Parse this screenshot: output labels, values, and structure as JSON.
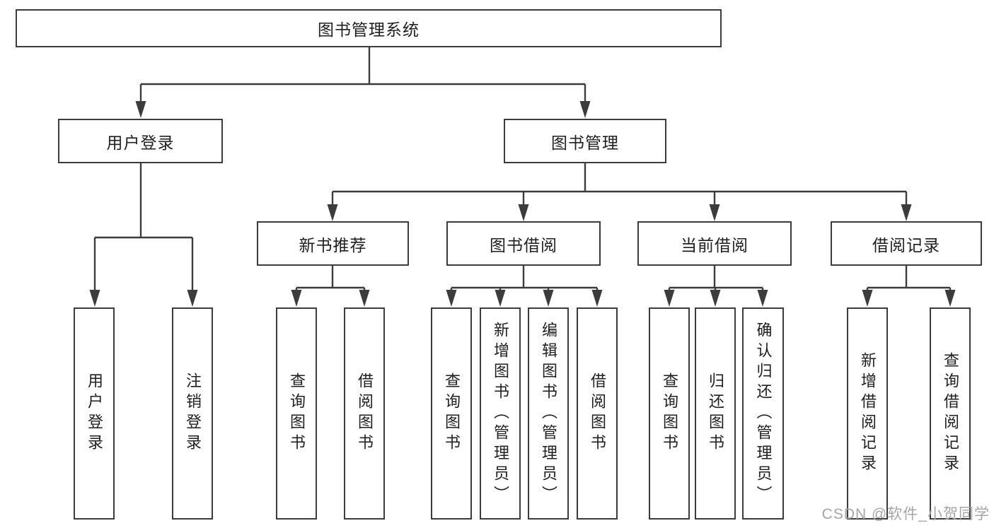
{
  "colors": {
    "line": "#3c3c3c",
    "box-border": "#3c3c3c",
    "text": "#1f1f1f",
    "watermark": "#a6a6a6",
    "background": "#ffffff"
  },
  "watermark": "CSDN @软件_小贺同学",
  "tree": {
    "label": "图书管理系统",
    "children": [
      {
        "label": "用户登录",
        "children": [
          {
            "label": "用户登录"
          },
          {
            "label": "注销登录"
          }
        ]
      },
      {
        "label": "图书管理",
        "children": [
          {
            "label": "新书推荐",
            "children": [
              {
                "label": "查询图书"
              },
              {
                "label": "借阅图书"
              }
            ]
          },
          {
            "label": "图书借阅",
            "children": [
              {
                "label": "查询图书"
              },
              {
                "label": "新增图书（管理员）"
              },
              {
                "label": "编辑图书（管理员）"
              },
              {
                "label": "借阅图书"
              }
            ]
          },
          {
            "label": "当前借阅",
            "children": [
              {
                "label": "查询图书"
              },
              {
                "label": "归还图书"
              },
              {
                "label": "确认归还（管理员）"
              }
            ]
          },
          {
            "label": "借阅记录",
            "children": [
              {
                "label": "新增借阅记录"
              },
              {
                "label": "查询借阅记录"
              }
            ]
          }
        ]
      }
    ]
  }
}
